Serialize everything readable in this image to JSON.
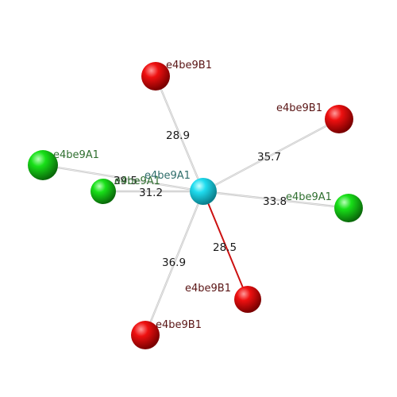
{
  "colors": {
    "background": "#ffffff",
    "bond": "#c8c8c8",
    "bond_highlight": "#cc1111",
    "center_atom": "#19d3e6",
    "green_atom": "#12d612",
    "red_atom": "#e00000",
    "label_center": "#2e6d6a",
    "label_green": "#2f6f2f",
    "label_red": "#5a1515",
    "distance_text": "#1a1a1a"
  },
  "center": {
    "label": "e4be9A1"
  },
  "atoms": [
    {
      "id": "b1",
      "label": "e4be9B1",
      "element": "red",
      "distance": "28.9",
      "highlight": false
    },
    {
      "id": "b2",
      "label": "e4be9B1",
      "element": "red",
      "distance": "35.7",
      "highlight": false
    },
    {
      "id": "a1",
      "label": "e4be9A1",
      "element": "green",
      "distance": "39.5",
      "highlight": false
    },
    {
      "id": "a2",
      "label": "e4be9A1",
      "element": "green",
      "distance": "31.2",
      "highlight": false
    },
    {
      "id": "a3",
      "label": "e4be9A1",
      "element": "green",
      "distance": "33.8",
      "highlight": false
    },
    {
      "id": "b3",
      "label": "e4be9B1",
      "element": "red",
      "distance": "28.5",
      "highlight": true
    },
    {
      "id": "b4",
      "label": "e4be9B1",
      "element": "red",
      "distance": "36.9",
      "highlight": false
    }
  ]
}
